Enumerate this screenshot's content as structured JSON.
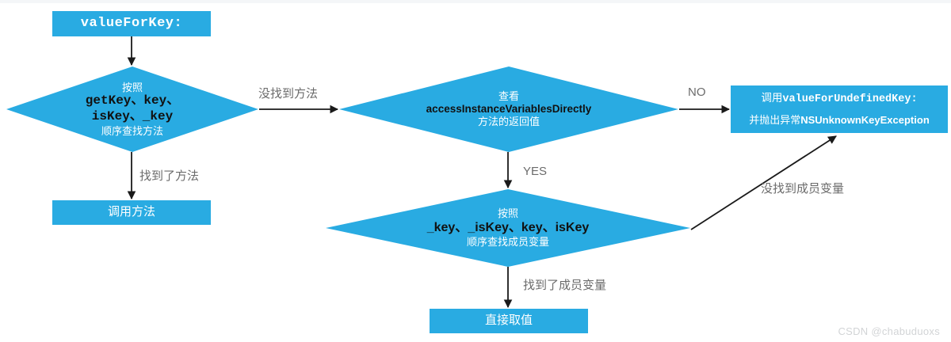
{
  "meta": {
    "title": "KVC valueForKey: lookup flowchart",
    "accent_color": "#29ABE2",
    "edge_label_color": "#6b6b6b",
    "background_color": "#ffffff",
    "watermark": "CSDN @chabuduoxs"
  },
  "nodes": {
    "start": {
      "shape": "rectangle",
      "text": "valueForKey:"
    },
    "decision_method": {
      "shape": "diamond",
      "line1": "按照",
      "line2": "getKey、key、",
      "line3": "isKey、_key",
      "line4": "顺序查找方法"
    },
    "call_method": {
      "shape": "rectangle",
      "text": "调用方法"
    },
    "decision_access": {
      "shape": "diamond",
      "line1": "查看",
      "line2": "accessInstanceVariablesDirectly",
      "line3": "方法的返回值"
    },
    "decision_ivar": {
      "shape": "diamond",
      "line1": "按照",
      "line2": "_key、_isKey、key、isKey",
      "line3": "顺序查找成员变量"
    },
    "direct_value": {
      "shape": "rectangle",
      "text": "直接取值"
    },
    "undefined_key": {
      "shape": "rectangle",
      "line1_cn": "调用",
      "line1_code": "valueForUndefinedKey:",
      "line2_cn": "并抛出异常",
      "line2_code": "NSUnknownKeyException"
    }
  },
  "edges": {
    "start_to_decision": {
      "label": ""
    },
    "method_not_found": {
      "label": "没找到方法"
    },
    "method_found": {
      "label": "找到了方法"
    },
    "access_no": {
      "label": "NO"
    },
    "access_yes": {
      "label": "YES"
    },
    "ivar_found": {
      "label": "找到了成员变量"
    },
    "ivar_not_found": {
      "label": "没找到成员变量"
    }
  }
}
